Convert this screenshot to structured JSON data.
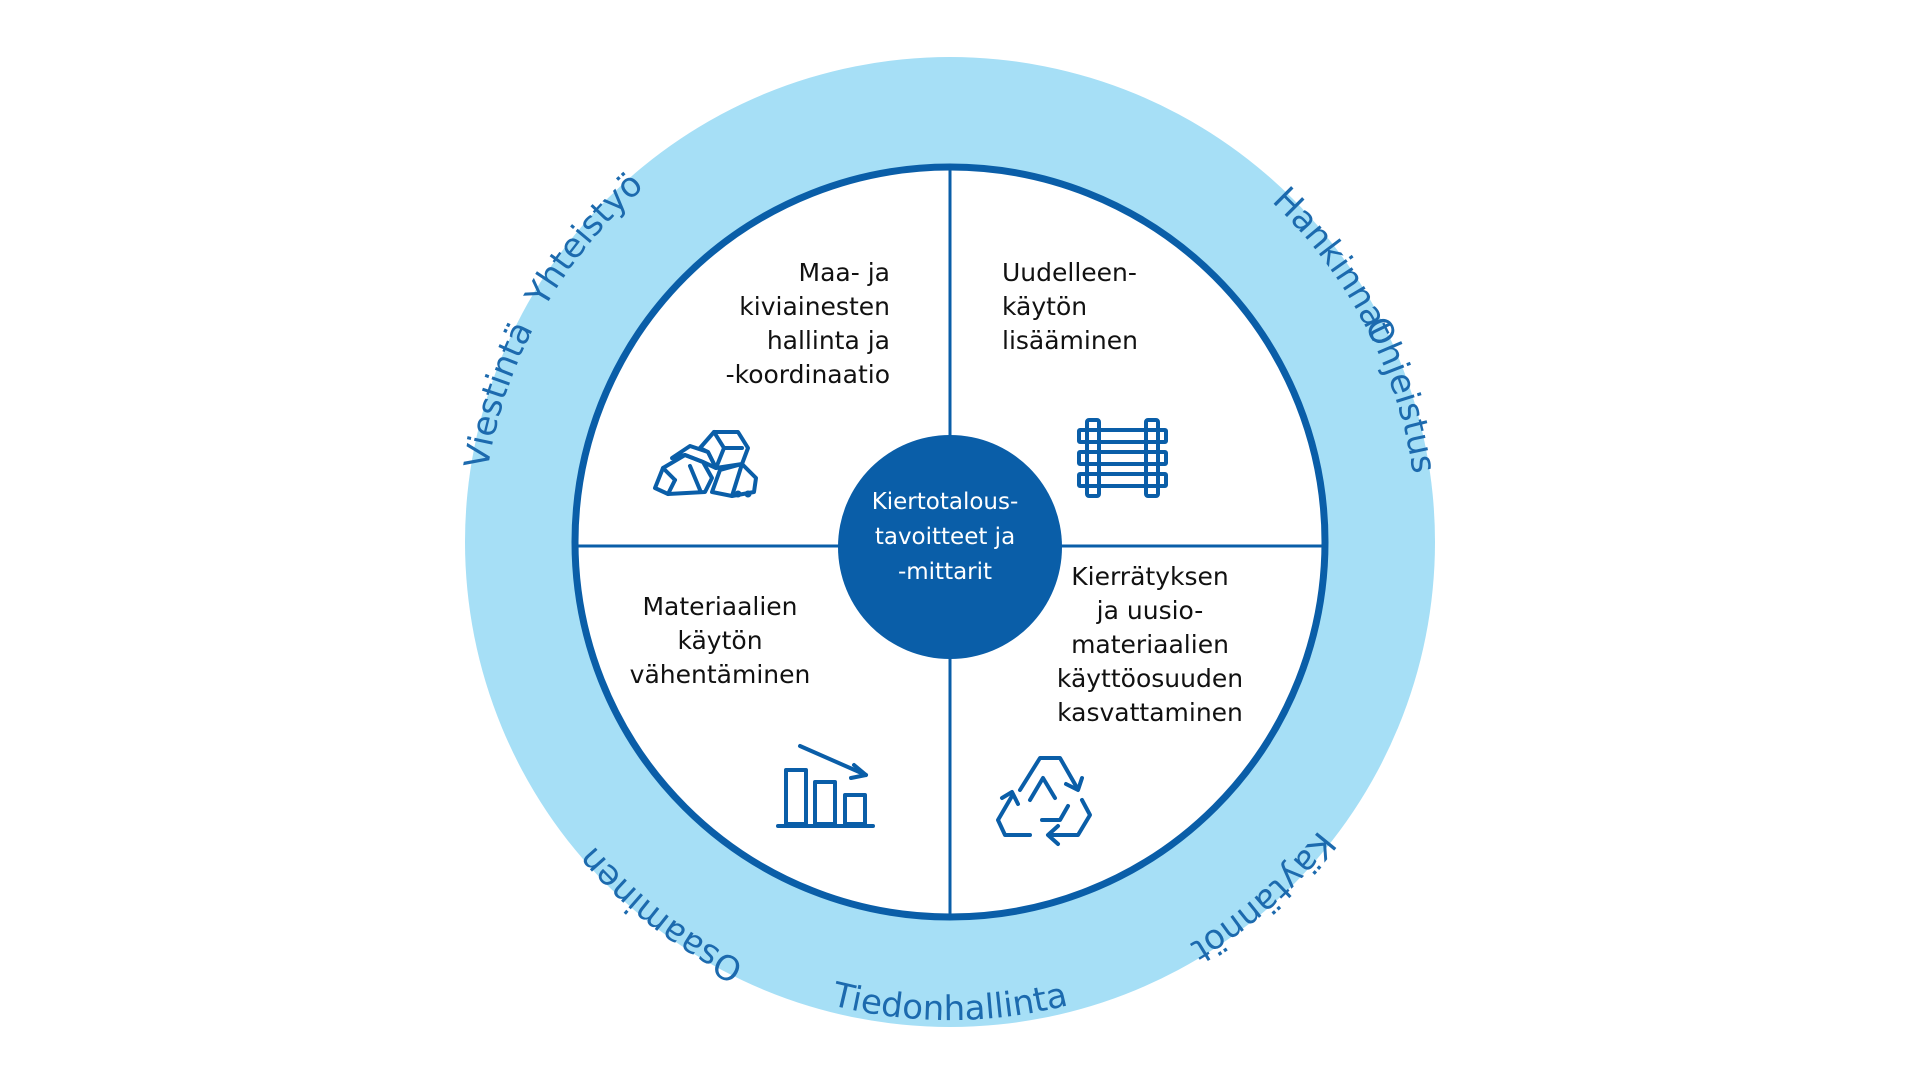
{
  "colors": {
    "outer_ring": "#a6dff6",
    "primary_blue": "#0a5ea8",
    "ring_text": "#1c6aae",
    "body_text": "#111111",
    "center_text": "#ffffff"
  },
  "center": {
    "text": "Kiertotalous-\ntavoitteet ja\n-mittarit"
  },
  "ring_labels": {
    "yhteistyo": "Yhteistyö",
    "hankinnat": "Hankinnat",
    "ohjeistus": "Ohjeistus",
    "kaytannot": "Käytännöt",
    "tiedonhallinta": "Tiedonhallinta",
    "osaaminen": "Osaaminen",
    "viestinta": "Viestintä"
  },
  "quadrants": {
    "top_left": {
      "text": "Maa- ja\nkiviainesten\nhallinta ja\n-koordinaatio",
      "icon": "rocks-icon"
    },
    "top_right": {
      "text": "Uudelleen-\nkäytön\nlisääminen",
      "icon": "rail-track-icon"
    },
    "bottom_left": {
      "text": "Materiaalien\nkäytön\nvähentäminen",
      "icon": "declining-bar-chart-icon"
    },
    "bottom_right": {
      "text": "Kierrätyksen\nja uusio-\nmateriaalien\nkäyttöosuuden\nkasvattaminen",
      "icon": "recycle-icon"
    }
  }
}
